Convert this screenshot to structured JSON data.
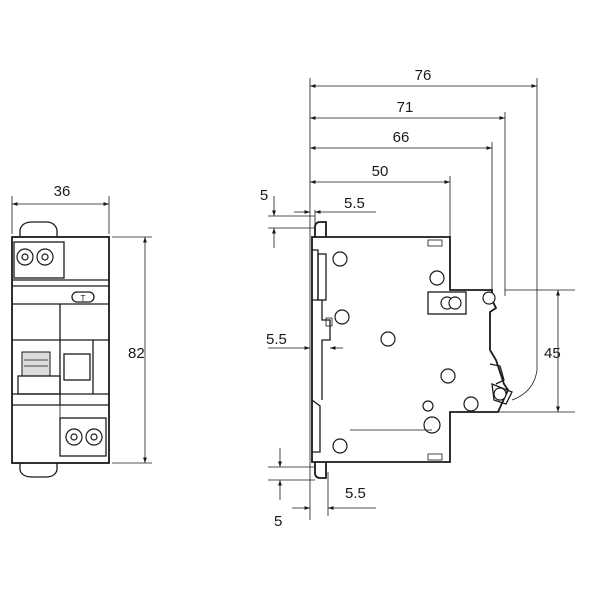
{
  "front_view": {
    "width_dim": "36",
    "height_dim": "82"
  },
  "side_view": {
    "depth_76": "76",
    "depth_71": "71",
    "depth_66": "66",
    "depth_50": "50",
    "top_clip_height": "5",
    "top_clip_offset": "5.5",
    "rail_offset": "5.5",
    "center_height": "45",
    "bottom_clip_height": "5",
    "bottom_clip_offset": "5.5"
  }
}
